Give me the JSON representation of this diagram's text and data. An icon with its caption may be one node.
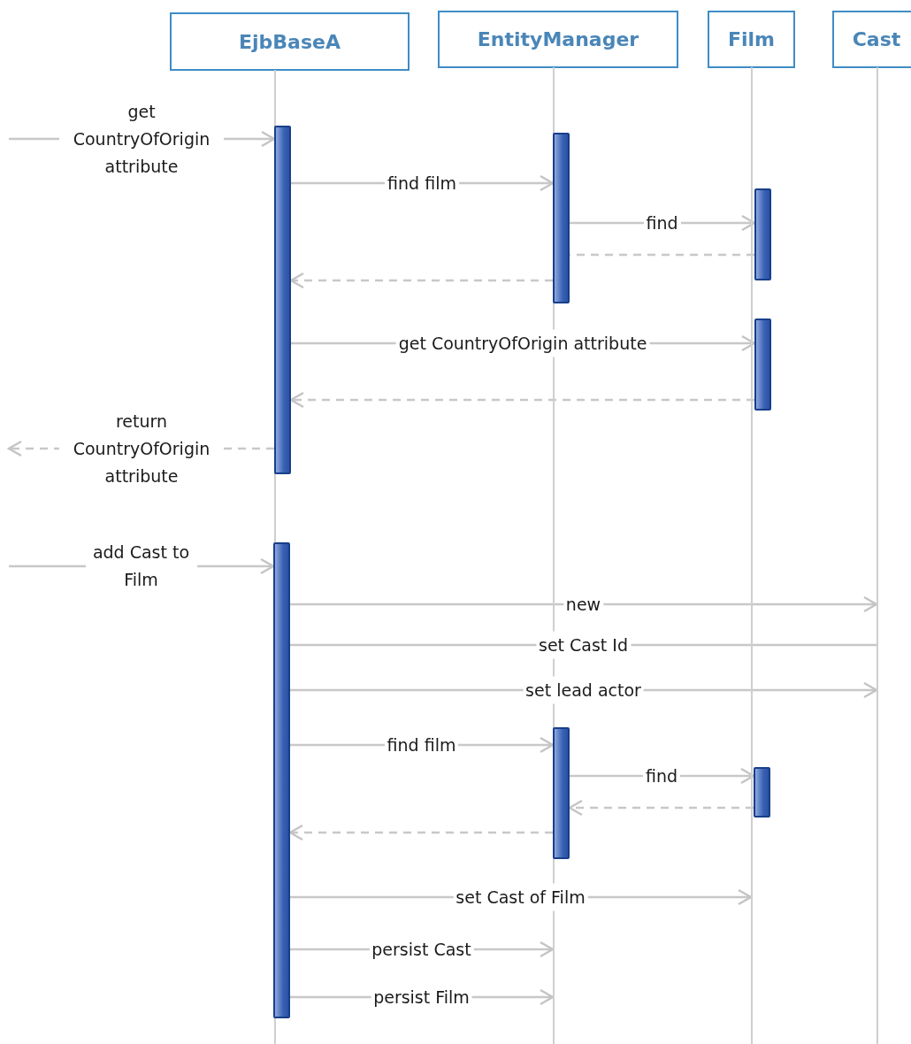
{
  "diagram": {
    "nodes": [
      {
        "text": [
          "EjbBaseA"
        ]
      },
      {
        "text": [
          "EntityManager"
        ]
      },
      {
        "text": [
          "Film"
        ]
      },
      {
        "text": [
          "Cast"
        ]
      },
      {
        "text": [],
        "shape": "line"
      },
      {
        "text": [],
        "shape": "line"
      },
      {
        "text": [],
        "shape": "line"
      },
      {
        "text": [],
        "shape": "line"
      },
      {
        "text": [],
        "shape": "bar"
      },
      {
        "text": [],
        "shape": "bar"
      },
      {
        "text": [],
        "shape": "bar"
      },
      {
        "text": [],
        "shape": "bar"
      },
      {
        "text": [],
        "shape": "bar"
      },
      {
        "text": [],
        "shape": "bar"
      },
      {
        "text": [],
        "shape": "bar"
      }
    ],
    "edges": [
      {
        "from": null,
        "to": 8,
        "arrow": "to",
        "label": "get CountryOfOrigin attribute"
      },
      {
        "from": 8,
        "to": 9,
        "arrow": "to",
        "label": "find film"
      },
      {
        "from": 9,
        "to": 10,
        "arrow": "to",
        "label": "find"
      },
      {
        "from": 10,
        "to": 9,
        "arrow": "none",
        "style": "dashed"
      },
      {
        "from": 9,
        "to": 8,
        "arrow": "to",
        "style": "dashed"
      },
      {
        "from": 8,
        "to": 11,
        "arrow": "to",
        "label": "get CountryOfOrigin attribute"
      },
      {
        "from": 11,
        "to": 8,
        "arrow": "to",
        "style": "dashed"
      },
      {
        "from": 8,
        "to": null,
        "arrow": "to",
        "style": "dashed",
        "label": "return CountryOfOrigin attribute"
      },
      {
        "from": null,
        "to": 12,
        "arrow": "to",
        "label": "add Cast to Film"
      },
      {
        "from": 12,
        "to": 7,
        "arrow": "to",
        "label": "new"
      },
      {
        "from": 12,
        "to": 7,
        "arrow": "none",
        "label": "set Cast Id"
      },
      {
        "from": 12,
        "to": 7,
        "arrow": "to",
        "label": "set lead actor"
      },
      {
        "from": 12,
        "to": 13,
        "arrow": "to",
        "label": "find film"
      },
      {
        "from": 13,
        "to": 14,
        "arrow": "to",
        "label": "find"
      },
      {
        "from": 14,
        "to": 13,
        "arrow": "to",
        "style": "dashed"
      },
      {
        "from": 13,
        "to": 12,
        "arrow": "to",
        "style": "dashed"
      },
      {
        "from": 12,
        "to": 6,
        "arrow": "to",
        "label": "set Cast of Film"
      },
      {
        "from": 12,
        "to": 5,
        "arrow": "to",
        "label": "persist Cast"
      },
      {
        "from": 12,
        "to": 5,
        "arrow": "to",
        "label": "persist Film"
      }
    ]
  }
}
